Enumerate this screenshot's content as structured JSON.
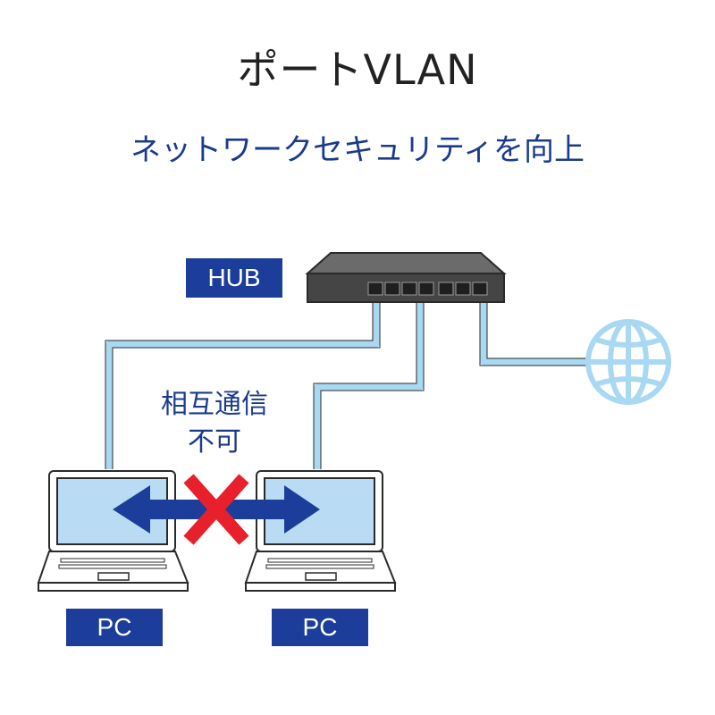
{
  "header": {
    "title": "ポートVLAN",
    "subtitle": "ネットワークセキュリティを向上"
  },
  "labels": {
    "hub": "HUB",
    "pc_left": "PC",
    "pc_right": "PC",
    "note_line1": "相互通信",
    "note_line2": "不可"
  },
  "icons": {
    "switch": "network-switch-icon",
    "globe": "globe-icon",
    "laptop": "laptop-icon",
    "blocked": "cross-icon",
    "arrow": "double-arrow-icon"
  },
  "colors": {
    "label_bg": "#1c3e9a",
    "title_text": "#222222",
    "subtitle_text": "#1a3b8c",
    "cable": "#a9d8f2",
    "screen": "#b9dcf4",
    "arrow": "#1c3e9a",
    "cross": "#e8202b",
    "hub_body": "#4a4a4a"
  }
}
